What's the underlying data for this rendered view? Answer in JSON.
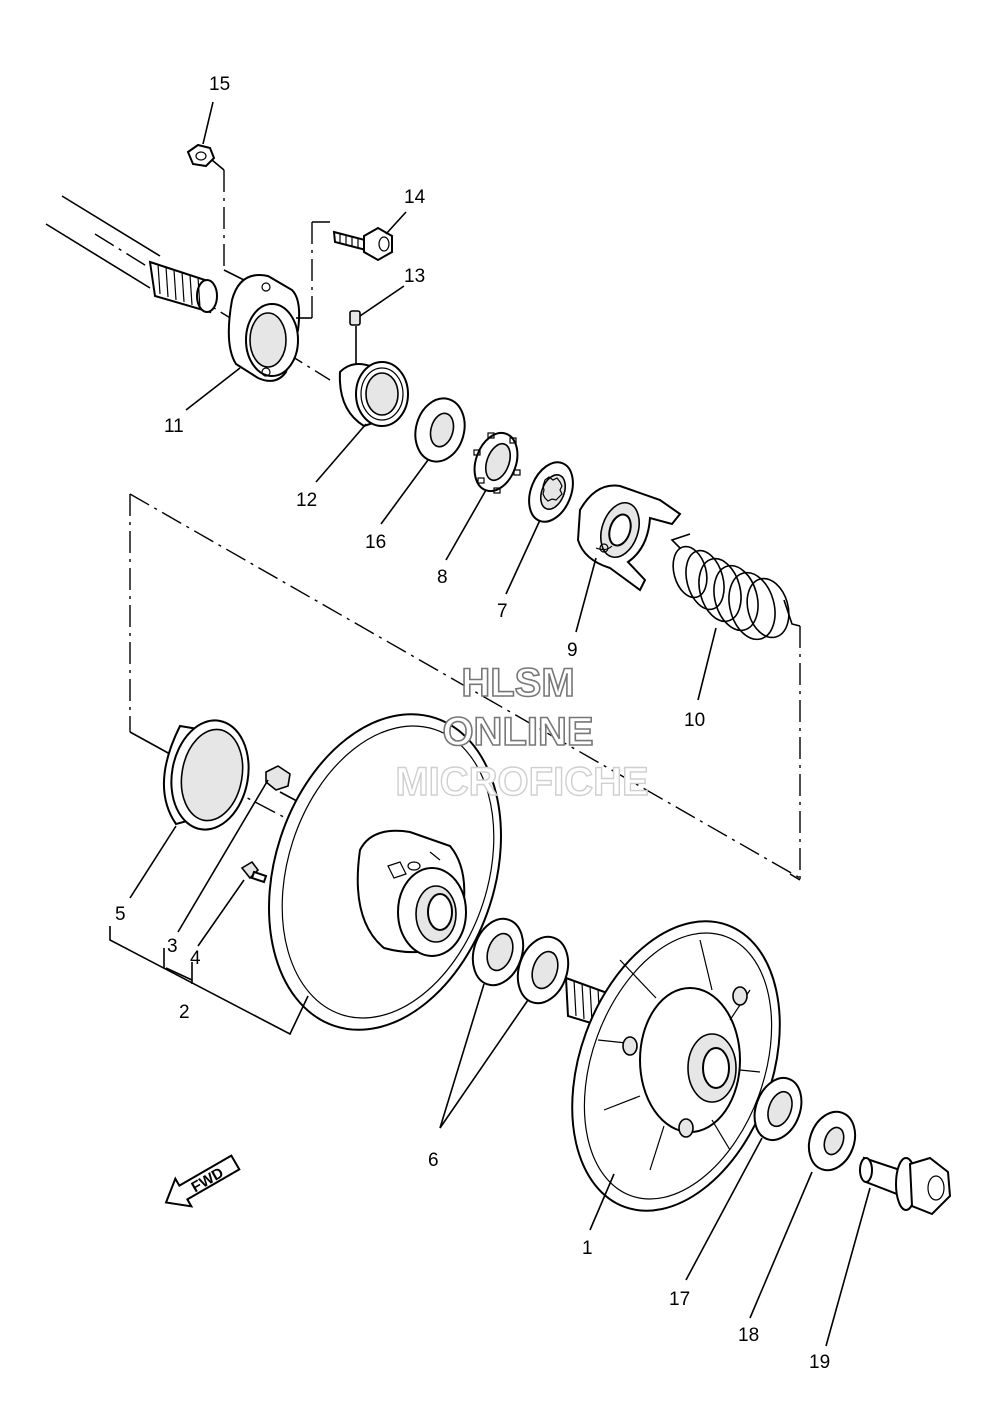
{
  "callouts": {
    "c1": "1",
    "c2": "2",
    "c3": "3",
    "c4": "4",
    "c5": "5",
    "c6": "6",
    "c7": "7",
    "c8": "8",
    "c9": "9",
    "c10": "10",
    "c11": "11",
    "c12": "12",
    "c13": "13",
    "c14": "14",
    "c15": "15",
    "c16": "16",
    "c17": "17",
    "c18": "18",
    "c19": "19"
  },
  "watermark": {
    "line1": "HLSM",
    "line2": "ONLINE",
    "line3": "MICROFICHE"
  },
  "direction_label": "FWD"
}
